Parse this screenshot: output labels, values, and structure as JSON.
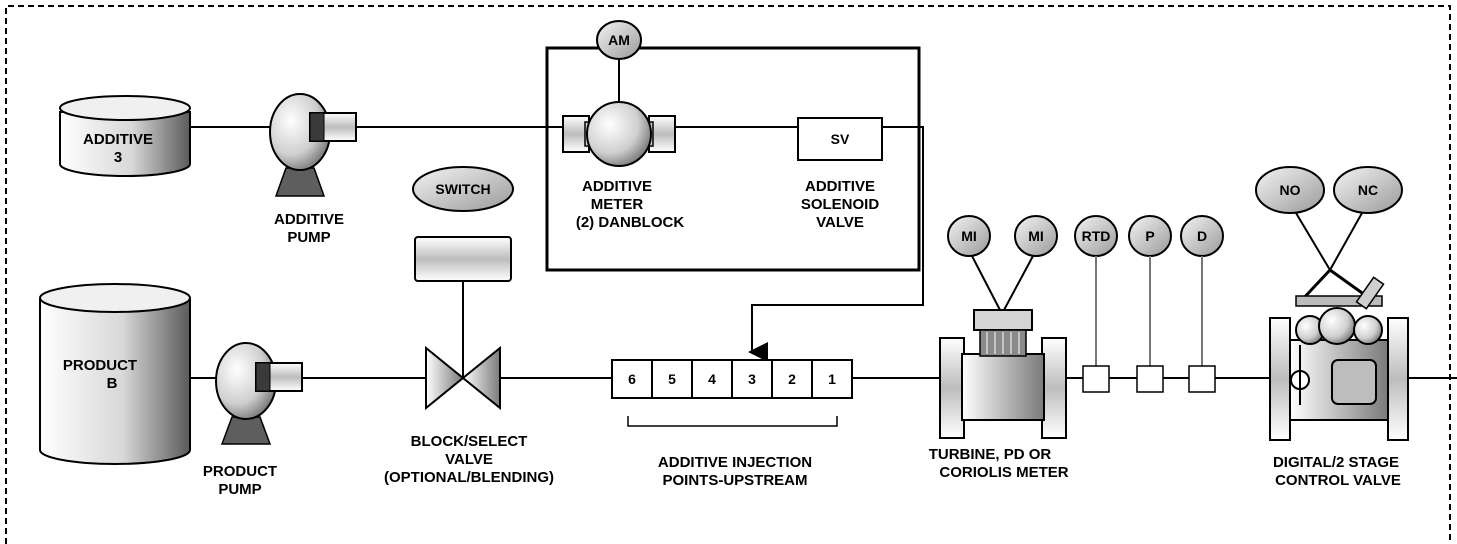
{
  "additive_tank": {
    "line1": "ADDITIVE",
    "line2": "3"
  },
  "additive_pump": {
    "line1": "ADDITIVE",
    "line2": "PUMP"
  },
  "am_tag": "AM",
  "additive_meter": {
    "line1": "ADDITIVE",
    "line2": "METER",
    "line3": "(2) DANBLOCK"
  },
  "sv_tag": "SV",
  "solenoid_valve": {
    "line1": "ADDITIVE",
    "line2": "SOLENOID",
    "line3": "VALVE"
  },
  "switch_tag": "SWITCH",
  "product_tank": {
    "line1": "PRODUCT",
    "line2": "B"
  },
  "product_pump": {
    "line1": "PRODUCT",
    "line2": "PUMP"
  },
  "block_valve": {
    "line1": "BLOCK/SELECT",
    "line2": "VALVE",
    "line3": "(OPTIONAL/BLENDING)"
  },
  "injection_points": {
    "numbers": [
      "6",
      "5",
      "4",
      "3",
      "2",
      "1"
    ],
    "line1": "ADDITIVE INJECTION",
    "line2": "POINTS-UPSTREAM"
  },
  "meter_tags": [
    "MI",
    "MI"
  ],
  "turbine_meter": {
    "line1": "TURBINE, PD OR",
    "line2": "CORIOLIS METER"
  },
  "sensor_tags": [
    "RTD",
    "P",
    "D"
  ],
  "control_valve_tags": [
    "NO",
    "NC"
  ],
  "control_valve": {
    "line1": "DIGITAL/2 STAGE",
    "line2": "CONTROL VALVE"
  }
}
